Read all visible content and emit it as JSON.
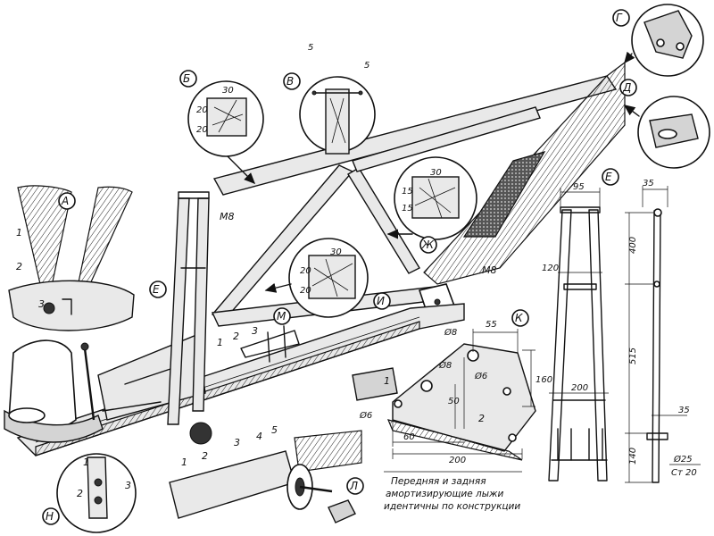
{
  "section_letters": {
    "a": "А",
    "b": "Б",
    "v": "В",
    "g": "Г",
    "d": "Д",
    "e_post": "Е",
    "e_ref": "Е",
    "zh": "Ж",
    "i": "И",
    "k": "К",
    "l": "Л",
    "m": "М",
    "n": "Н"
  },
  "fasteners": {
    "bolt_right": "М8",
    "bolt_left": "М8"
  },
  "callouts": {
    "n1": "1",
    "n2": "2",
    "n3": "3",
    "n4": "4",
    "n5": "5"
  },
  "dimensions": {
    "b_width": "30",
    "b_h1": "20",
    "b_h2": "20",
    "v_left": "5",
    "v_right": "5",
    "zh_width": "30",
    "zh_h1": "15",
    "zh_h2": "15",
    "i_width": "30",
    "i_h1": "20",
    "i_h2": "20",
    "k_d8_top": "Ø8",
    "k_d8_mid": "Ø8",
    "k_d6_right": "Ø6",
    "k_d6_left": "Ø6",
    "k_55": "55",
    "k_160": "160",
    "k_50": "50",
    "k_60": "60",
    "k_200": "200",
    "e_95": "95",
    "e_120": "120",
    "e_200": "200",
    "e_35_top": "35",
    "e_400": "400",
    "e_515": "515",
    "e_140": "140",
    "e_35_bot": "35",
    "e_d25": "Ø25",
    "e_st": "Ст 20"
  },
  "caption_lines": [
    "Передняя и задняя",
    "амортизирующие лыжи",
    "идентичны по конструкции"
  ]
}
